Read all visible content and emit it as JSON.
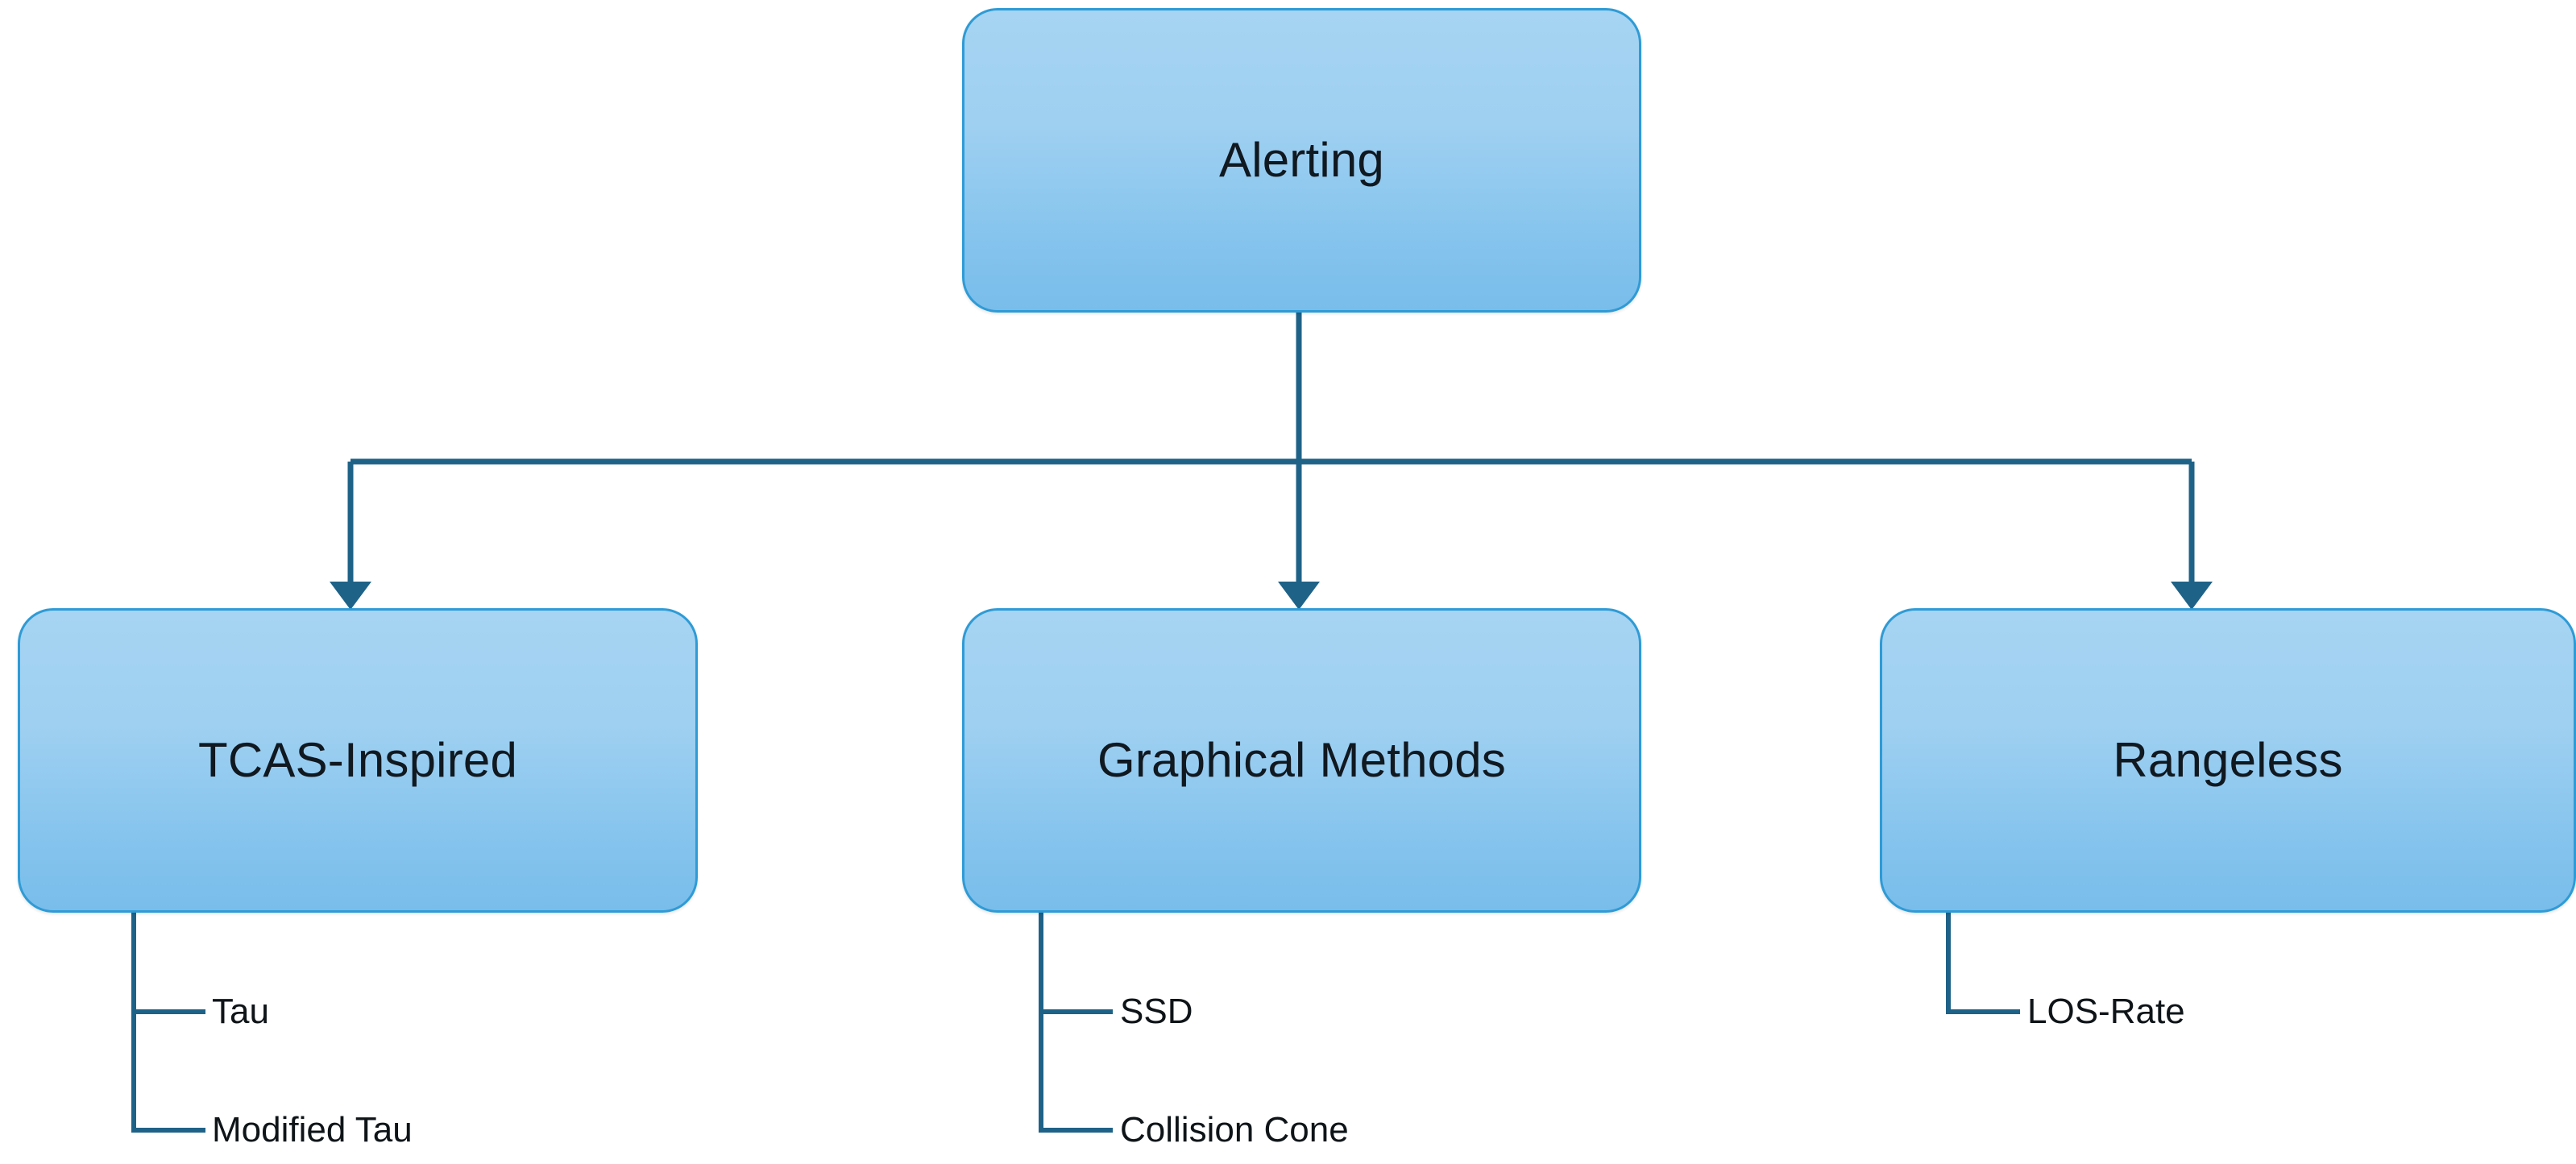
{
  "diagram": {
    "title_node": {
      "label": "Alerting"
    },
    "categories": [
      {
        "label": "TCAS-Inspired",
        "leaves": [
          {
            "label": "Tau"
          },
          {
            "label": "Modified Tau"
          }
        ]
      },
      {
        "label": "Graphical Methods",
        "leaves": [
          {
            "label": "SSD"
          },
          {
            "label": "Collision Cone"
          }
        ]
      },
      {
        "label": "Rangeless",
        "leaves": [
          {
            "label": "LOS-Rate"
          }
        ]
      }
    ],
    "colors": {
      "box_fill_top": "#A6D4F2",
      "box_fill_bottom": "#79BDEB",
      "box_border": "#2E9BD6",
      "connector": "#1F6287",
      "text": "#101820",
      "background": "#FFFFFF"
    }
  }
}
